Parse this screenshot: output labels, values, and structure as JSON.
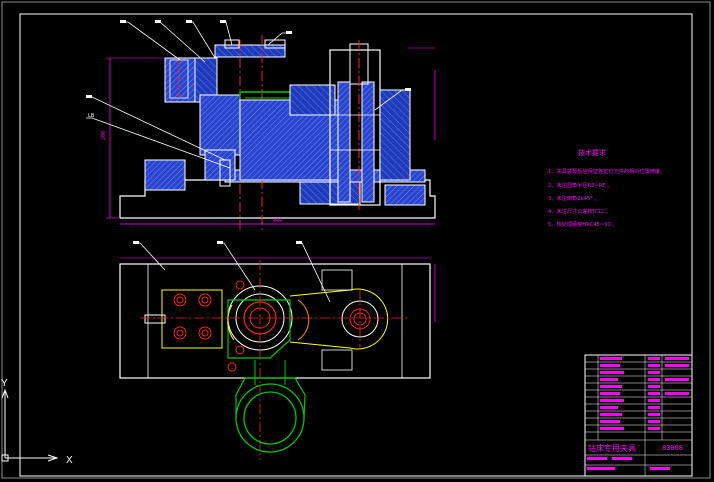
{
  "drawing": {
    "tech_req_title": "技术要求",
    "tech_requirements": [
      "1、夹具装配后应保证各定位元件的相对位置精度。",
      "2、未注圆角半径R3~R5 。",
      "3、未注倒角2x45° 。",
      "4、未注尺寸公差按IT12 。",
      "5、热处理硬度HRC45~50 。"
    ],
    "title_block_name": "钻床专用夹具",
    "drawing_number": "83008",
    "leader_label": "LB",
    "dim_height": "200",
    "dim_width": "444"
  },
  "ucs": {
    "x_label": "X",
    "y_label": "Y"
  },
  "colors": {
    "background": "#000000",
    "frame": "#ffffff",
    "magenta": "#ff00ff",
    "blue": "#3a5cff",
    "green": "#00c800",
    "red": "#ff2020",
    "yellow": "#ffff00",
    "orange": "#ff8c00"
  }
}
